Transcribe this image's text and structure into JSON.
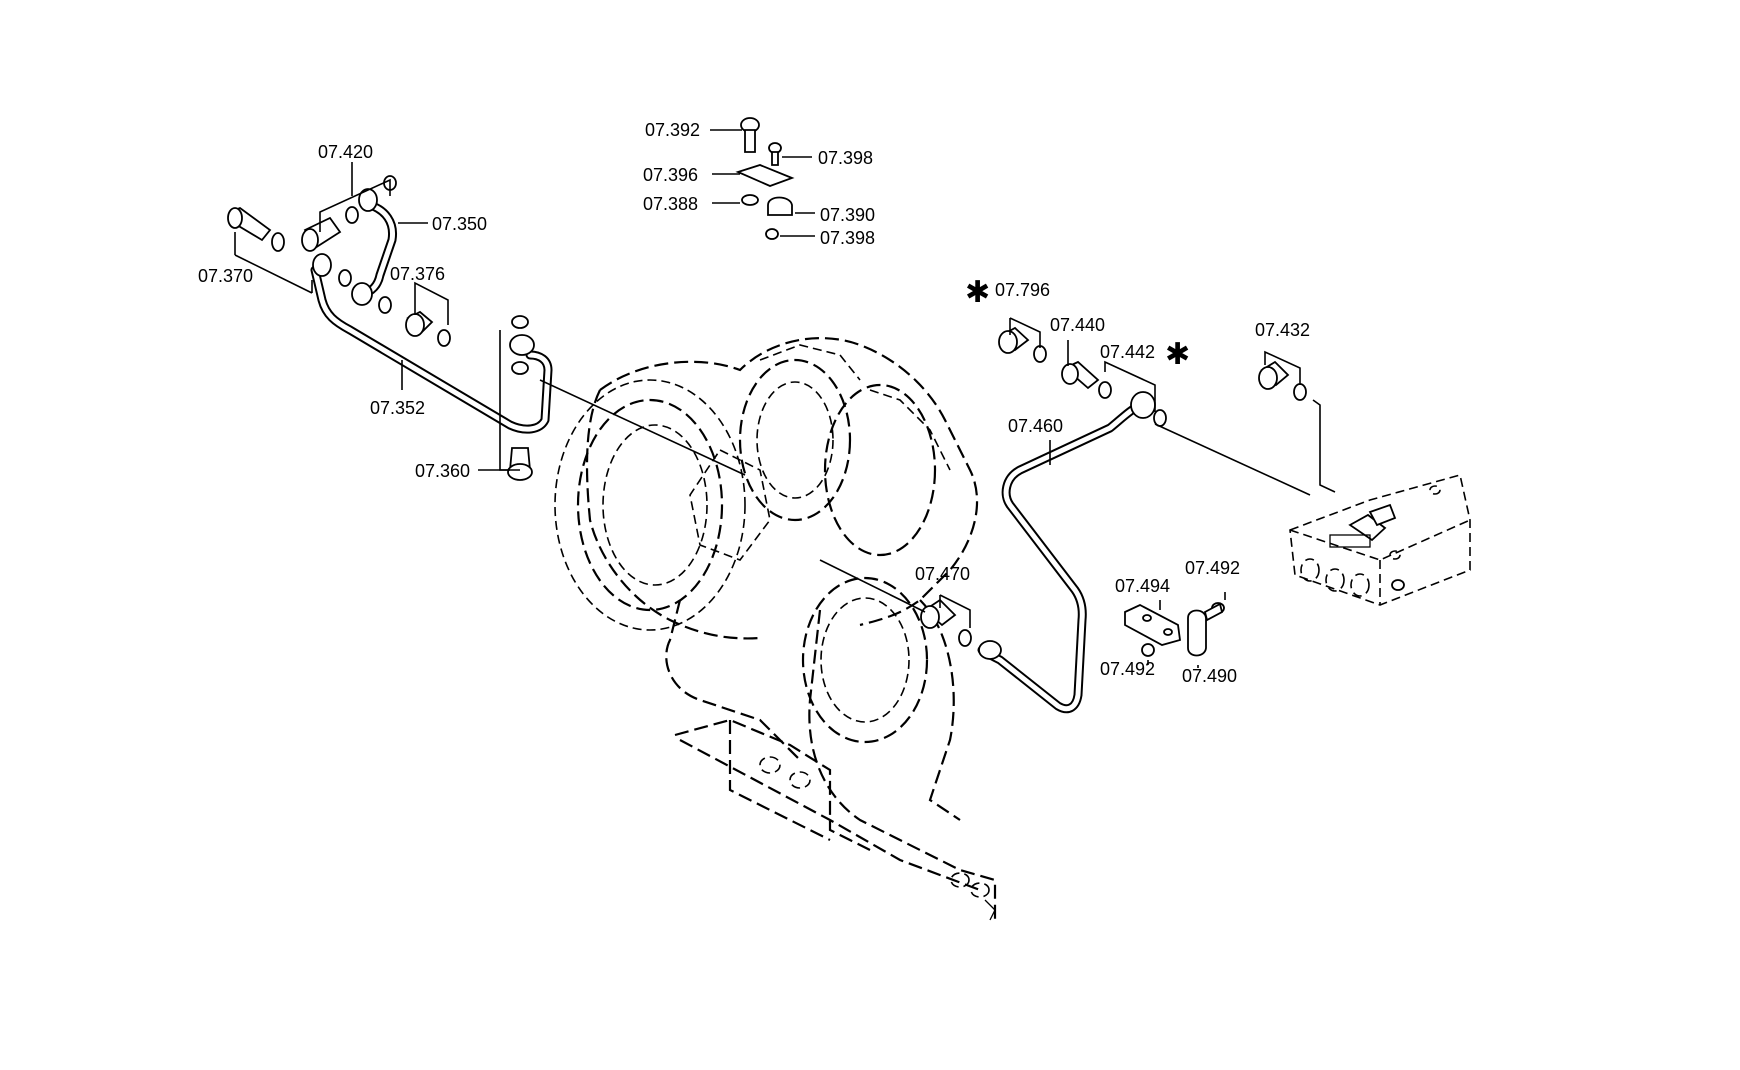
{
  "labels": {
    "p07_392": "07.392",
    "p07_398a": "07.398",
    "p07_396": "07.396",
    "p07_388": "07.388",
    "p07_390": "07.390",
    "p07_398b": "07.398",
    "p07_420": "07.420",
    "p07_350": "07.350",
    "p07_370": "07.370",
    "p07_376": "07.376",
    "p07_352": "07.352",
    "p07_360": "07.360",
    "p07_796": "07.796",
    "p07_440": "07.440",
    "p07_442": "07.442",
    "p07_432": "07.432",
    "p07_460": "07.460",
    "p07_470": "07.470",
    "p07_494": "07.494",
    "p07_492a": "07.492",
    "p07_492b": "07.492",
    "p07_490": "07.490"
  },
  "markers": {
    "star": "✱"
  }
}
